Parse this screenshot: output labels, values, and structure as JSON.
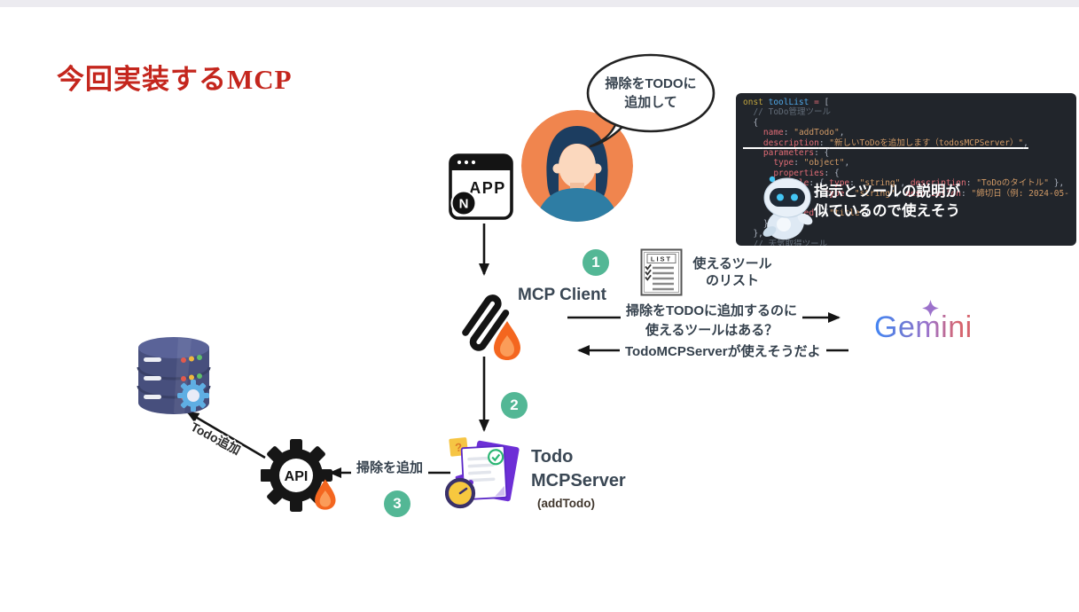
{
  "colors": {
    "accent_teal": "#53B795",
    "title_red": "#C4261D",
    "flame_orange": "#F4661F",
    "code_background": "#21252B",
    "database_navy": "#474F7D",
    "clipboard_purple": "#6D2FD6",
    "gemini_blue": "#4285F4",
    "gemini_purple": "#9B72CB",
    "gemini_red": "#D6656F",
    "label_dark": "#3A4754"
  },
  "title": "今回実装するMCP",
  "speech_bubble": {
    "line1": "掃除をTODOに",
    "line2": "追加して"
  },
  "app_icon": {
    "label": "APP",
    "badge": "N"
  },
  "mcp_client": {
    "label": "MCP Client"
  },
  "steps": {
    "step1": "1",
    "step2": "2",
    "step3": "3"
  },
  "tool_list": {
    "icon_title": "LIST",
    "label_line1": "使えるツール",
    "label_line2": "のリスト"
  },
  "gemini": {
    "brand": "Gemini"
  },
  "messages": {
    "ask_line1": "掃除をTODOに追加するのに",
    "ask_line2": "使えるツールはある？",
    "reply": "TodoMCPServerが使えそうだよ",
    "add_cleaning": "掃除を追加",
    "todo_add": "Todo追加"
  },
  "todo_server": {
    "name_line1": "Todo",
    "name_line2": "MCPServer",
    "method": "(addTodo)",
    "note": "?"
  },
  "api": {
    "label": "API"
  },
  "code_panel": {
    "underlined_line_index": 4,
    "overlay_line1": "指示とツールの説明が",
    "overlay_line2": "似ているので使えそう",
    "lines": [
      [
        {
          "t": "onst ",
          "c": "c1"
        },
        {
          "t": "toolList ",
          "c": "fn"
        },
        {
          "t": "= ",
          "c": "op"
        },
        {
          "t": "[",
          "c": "pun"
        }
      ],
      [
        {
          "t": "  // ToDo管理ツール",
          "c": "com"
        }
      ],
      [
        {
          "t": "  {",
          "c": "pun"
        }
      ],
      [
        {
          "t": "    ",
          "c": "pun"
        },
        {
          "t": "name",
          "c": "kw"
        },
        {
          "t": ": ",
          "c": "pun"
        },
        {
          "t": "\"addTodo\"",
          "c": "str"
        },
        {
          "t": ",",
          "c": "pun"
        }
      ],
      [
        {
          "t": "    ",
          "c": "pun"
        },
        {
          "t": "description",
          "c": "kw"
        },
        {
          "t": ": ",
          "c": "pun"
        },
        {
          "t": "\"新しいToDoを追加します（todosMCPServer）\"",
          "c": "str"
        },
        {
          "t": ",",
          "c": "pun"
        }
      ],
      [
        {
          "t": "    ",
          "c": "pun"
        },
        {
          "t": "parameters",
          "c": "kw"
        },
        {
          "t": ": {",
          "c": "pun"
        }
      ],
      [
        {
          "t": "      ",
          "c": "pun"
        },
        {
          "t": "type",
          "c": "kw"
        },
        {
          "t": ": ",
          "c": "pun"
        },
        {
          "t": "\"object\"",
          "c": "str"
        },
        {
          "t": ",",
          "c": "pun"
        }
      ],
      [
        {
          "t": "      ",
          "c": "pun"
        },
        {
          "t": "properties",
          "c": "kw"
        },
        {
          "t": ": {",
          "c": "pun"
        }
      ],
      [
        {
          "t": "        ",
          "c": "pun"
        },
        {
          "t": "title",
          "c": "kw"
        },
        {
          "t": ": { ",
          "c": "pun"
        },
        {
          "t": "type",
          "c": "kw"
        },
        {
          "t": ": ",
          "c": "pun"
        },
        {
          "t": "\"string\"",
          "c": "str"
        },
        {
          "t": ", ",
          "c": "pun"
        },
        {
          "t": "description",
          "c": "kw"
        },
        {
          "t": ": ",
          "c": "pun"
        },
        {
          "t": "\"ToDoのタイトル\"",
          "c": "str"
        },
        {
          "t": " },",
          "c": "pun"
        }
      ],
      [
        {
          "t": "        ",
          "c": "pun"
        },
        {
          "t": "date",
          "c": "kw"
        },
        {
          "t": ": { ",
          "c": "pun"
        },
        {
          "t": "type",
          "c": "kw"
        },
        {
          "t": ": ",
          "c": "pun"
        },
        {
          "t": "\"string\"",
          "c": "str"
        },
        {
          "t": ", ",
          "c": "pun"
        },
        {
          "t": "description",
          "c": "kw"
        },
        {
          "t": ": ",
          "c": "pun"
        },
        {
          "t": "\"締切日（例: 2024-05-",
          "c": "str"
        }
      ],
      [
        {
          "t": "      },",
          "c": "pun"
        }
      ],
      [
        {
          "t": "      ",
          "c": "pun"
        },
        {
          "t": "required",
          "c": "kw"
        },
        {
          "t": ": [",
          "c": "pun"
        },
        {
          "t": "\"title\"",
          "c": "str"
        },
        {
          "t": "]",
          "c": "pun"
        }
      ],
      [
        {
          "t": "    }",
          "c": "pun"
        }
      ],
      [
        {
          "t": "  },",
          "c": "pun"
        }
      ],
      [
        {
          "t": "  // 天気取得ツール",
          "c": "com"
        }
      ]
    ]
  }
}
